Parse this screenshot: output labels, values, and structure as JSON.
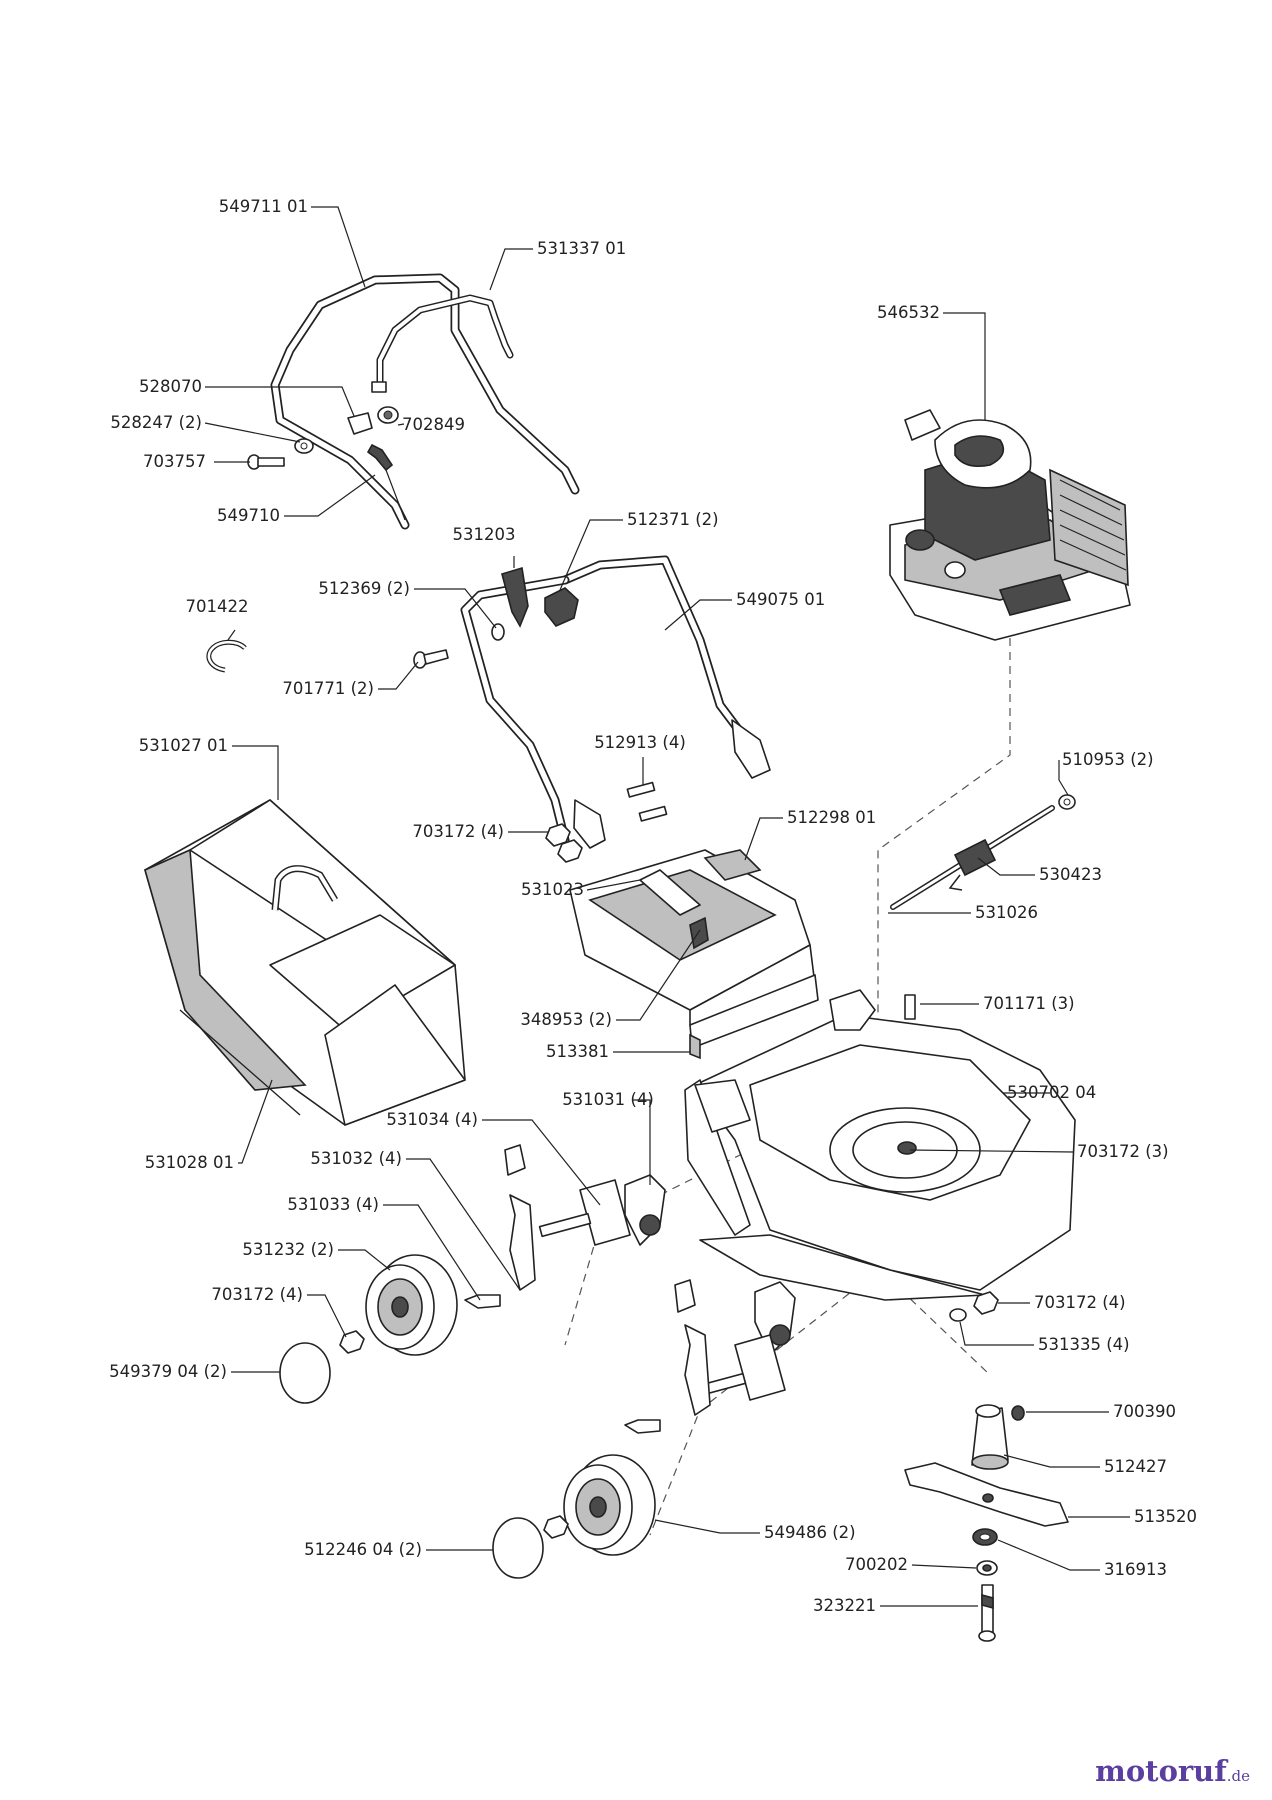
{
  "labels": {
    "l549711": "549711 01",
    "l531337": "531337 01",
    "l546532": "546532",
    "l528070": "528070",
    "l528247": "528247 (2)",
    "l702849": "702849",
    "l703757": "703757",
    "l549710": "549710",
    "l531203": "531203",
    "l512371": "512371 (2)",
    "l512369": "512369 (2)",
    "l549075": "549075 01",
    "l701422": "701422",
    "l701771": "701771 (2)",
    "l510953": "510953 (2)",
    "l531027": "531027 01",
    "l512913": "512913 (4)",
    "l512298": "512298 01",
    "l703172a": "703172 (4)",
    "l530423": "530423",
    "l531023": "531023",
    "l531026": "531026",
    "l348953": "348953 (2)",
    "l701171": "701171 (3)",
    "l513381": "513381",
    "l530702": "530702 04",
    "l531034": "531034 (4)",
    "l531031": "531031 (4)",
    "l703172b": "703172 (3)",
    "l531032": "531032 (4)",
    "l531028": "531028 01",
    "l531033": "531033 (4)",
    "l531232": "531232 (2)",
    "l703172c": "703172 (4)",
    "l703172d": "703172 (4)",
    "l531335": "531335 (4)",
    "l549379": "549379 04 (2)",
    "l700390": "700390",
    "l512427": "512427",
    "l513520": "513520",
    "l549486": "549486 (2)",
    "l512246": "512246 04 (2)",
    "l700202": "700202",
    "l316913": "316913",
    "l323221": "323221"
  },
  "watermark": {
    "name": "motoruf",
    "tld": ".de"
  },
  "colors": {
    "line": "#222222",
    "shade": "#bfbfbf",
    "dark": "#4a4a4a",
    "watermark": "#5b3fa0"
  }
}
